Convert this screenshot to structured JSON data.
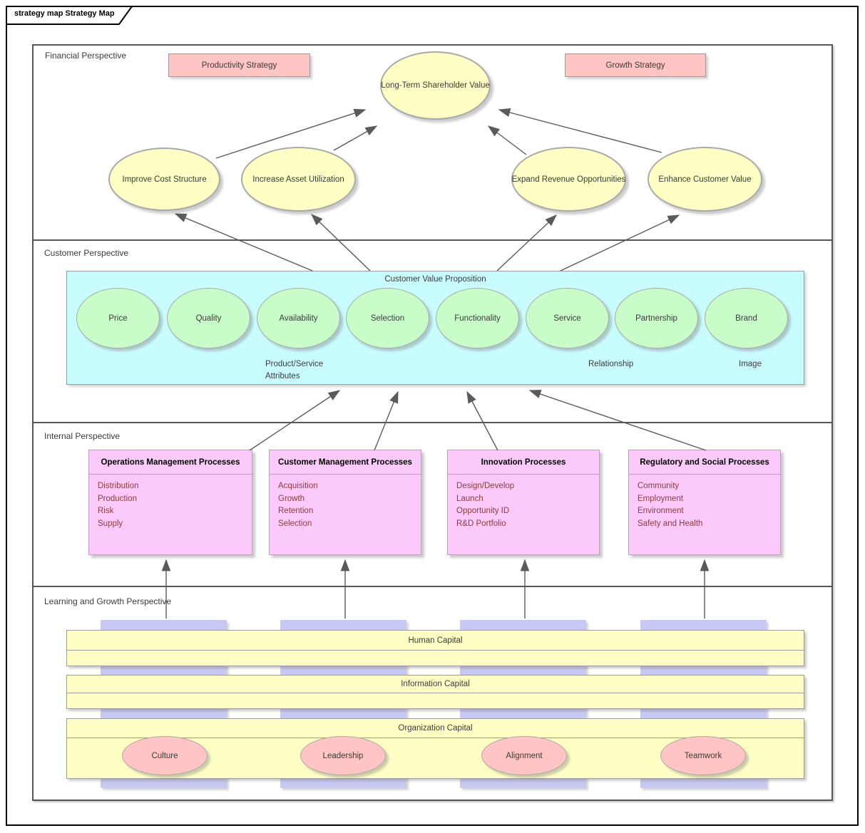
{
  "tab_title": "strategy map Strategy Map",
  "colors": {
    "band_label": "#3b3b3b",
    "frame": "#565656",
    "connector": "#5a5a5a",
    "node_yellow": "#FFFFC5",
    "node_green": "#C8FCC8",
    "node_cyan": "#C9FCFE",
    "node_magenta": "#FBC9FA",
    "node_pink": "#FFC4C4",
    "node_lavender": "#C7C8F3",
    "node_border": "#9c9c9c",
    "ellipse_border": "#a9a9a9",
    "process_border": "#bf9cbf",
    "process_item_text": "#8E3B3B"
  },
  "financial": {
    "label": "Financial Perspective",
    "productivity_strategy": "Productivity Strategy",
    "growth_strategy": "Growth Strategy",
    "goals": {
      "shareholder": "Long-Term Shareholder Value",
      "cost": "Improve Cost Structure",
      "asset": "Increase Asset Utilization",
      "revenue": "Expand Revenue Opportunities",
      "customer": "Enhance Customer Value"
    }
  },
  "customer": {
    "label": "Customer Perspective",
    "box_title": "Customer Value Proposition",
    "attributes": [
      "Price",
      "Quality",
      "Availability",
      "Selection",
      "Functionality",
      "Service",
      "Partnership",
      "Brand"
    ],
    "group_product_service_line1": "Product/Service",
    "group_product_service_line2": "Attributes",
    "group_relationship": "Relationship",
    "group_image": "Image"
  },
  "internal": {
    "label": "Internal Perspective",
    "boxes": [
      {
        "title": "Operations Management Processes",
        "items": [
          "Distribution",
          "Production",
          "Risk",
          "Supply"
        ]
      },
      {
        "title": "Customer Management Processes",
        "items": [
          "Acquisition",
          "Growth",
          "Retention",
          "Selection"
        ]
      },
      {
        "title": "Innovation Processes",
        "items": [
          "Design/Develop",
          "Launch",
          "Opportunity ID",
          "R&D Portfolio"
        ]
      },
      {
        "title": "Regulatory and Social Processes",
        "items": [
          "Community",
          "Employment",
          "Environment",
          "Safety and Health"
        ]
      }
    ]
  },
  "learning": {
    "label": "Learning and Growth Perspective",
    "bars": [
      {
        "title": "Human Capital"
      },
      {
        "title": "Information Capital"
      },
      {
        "title": "Organization Capital",
        "items": [
          "Culture",
          "Leadership",
          "Alignment",
          "Teamwork"
        ]
      }
    ]
  }
}
